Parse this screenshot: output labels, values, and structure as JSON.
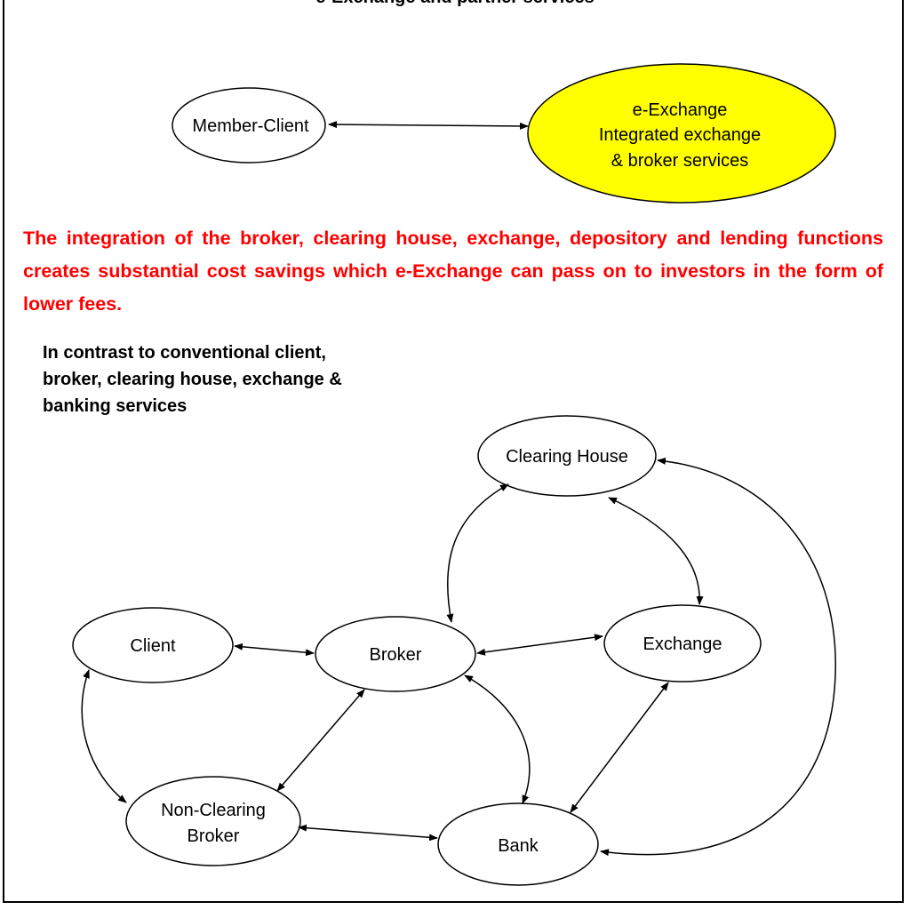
{
  "top_caption": "e-Exchange and partner services",
  "integrated_model": {
    "client": "Member-Client",
    "exchange_lines": [
      "e-Exchange",
      "Integrated exchange",
      "& broker services"
    ],
    "exchange_fill": "#ffff00"
  },
  "savings_statement": "The integration of the broker, clearing house, exchange, depository and lending functions creates substantial cost savings which e-Exchange can pass on to investors in the form of lower fees.",
  "contrast_statement_lines": [
    "In contrast to conventional client,",
    "broker, clearing house, exchange &",
    "banking services"
  ],
  "conventional_model": {
    "nodes": {
      "clearing_house": "Clearing House",
      "client": "Client",
      "broker": "Broker",
      "exchange": "Exchange",
      "non_clearing_broker_lines": [
        "Non-Clearing",
        "Broker"
      ],
      "bank": "Bank"
    },
    "links": [
      [
        "Client",
        "Broker"
      ],
      [
        "Broker",
        "Exchange"
      ],
      [
        "Broker",
        "Clearing House"
      ],
      [
        "Clearing House",
        "Exchange"
      ],
      [
        "Client",
        "Non-Clearing Broker"
      ],
      [
        "Broker",
        "Non-Clearing Broker"
      ],
      [
        "Non-Clearing Broker",
        "Bank"
      ],
      [
        "Broker",
        "Bank"
      ],
      [
        "Exchange",
        "Bank"
      ],
      [
        "Clearing House",
        "Bank"
      ]
    ]
  },
  "colors": {
    "accent_red": "#ff0000",
    "highlight_yellow": "#ffff00"
  }
}
